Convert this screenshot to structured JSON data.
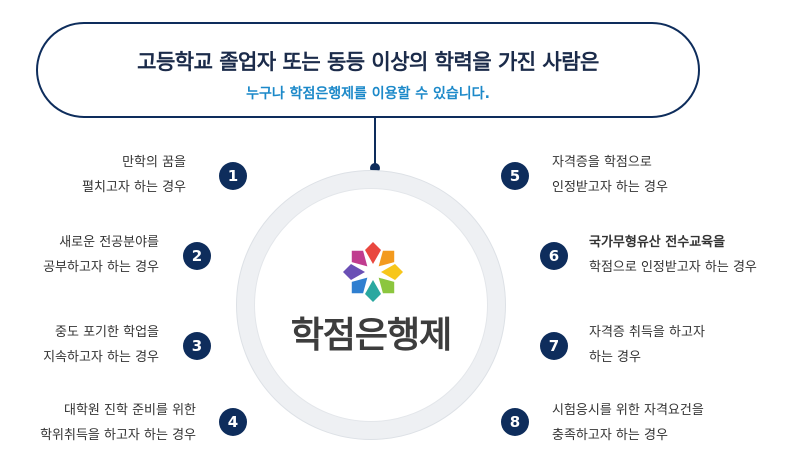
{
  "header": {
    "title": "고등학교 졸업자 또는 동등 이상의 학력을 가진 사람은",
    "subtitle": "누구나 학점은행제를 이용할 수 있습니다."
  },
  "center": {
    "logo_text": "학점은행제",
    "petal_colors": [
      "#e9473f",
      "#f39a1e",
      "#f7c61b",
      "#8cc63e",
      "#2aa8a0",
      "#2f7fd0",
      "#6a4fb5",
      "#c03c8f"
    ]
  },
  "items": [
    {
      "num": "1",
      "line1": "만학의 꿈을",
      "line2": "펼치고자 하는 경우"
    },
    {
      "num": "2",
      "line1": "새로운 전공분야를",
      "line2": "공부하고자 하는 경우"
    },
    {
      "num": "3",
      "line1": "중도 포기한 학업을",
      "line2": "지속하고자 하는 경우"
    },
    {
      "num": "4",
      "line1": "대학원 진학 준비를 위한",
      "line2": "학위취득을 하고자 하는 경우"
    },
    {
      "num": "5",
      "line1": "자격증을 학점으로",
      "line2": "인정받고자 하는 경우"
    },
    {
      "num": "6",
      "line1": "국가무형유산 전수교육을",
      "line2": "학점으로 인정받고자 하는 경우"
    },
    {
      "num": "7",
      "line1": "자격증 취득을 하고자",
      "line2": "하는 경우"
    },
    {
      "num": "8",
      "line1": "시험응시를 위한 자격요건을",
      "line2": "충족하고자 하는 경우"
    }
  ]
}
